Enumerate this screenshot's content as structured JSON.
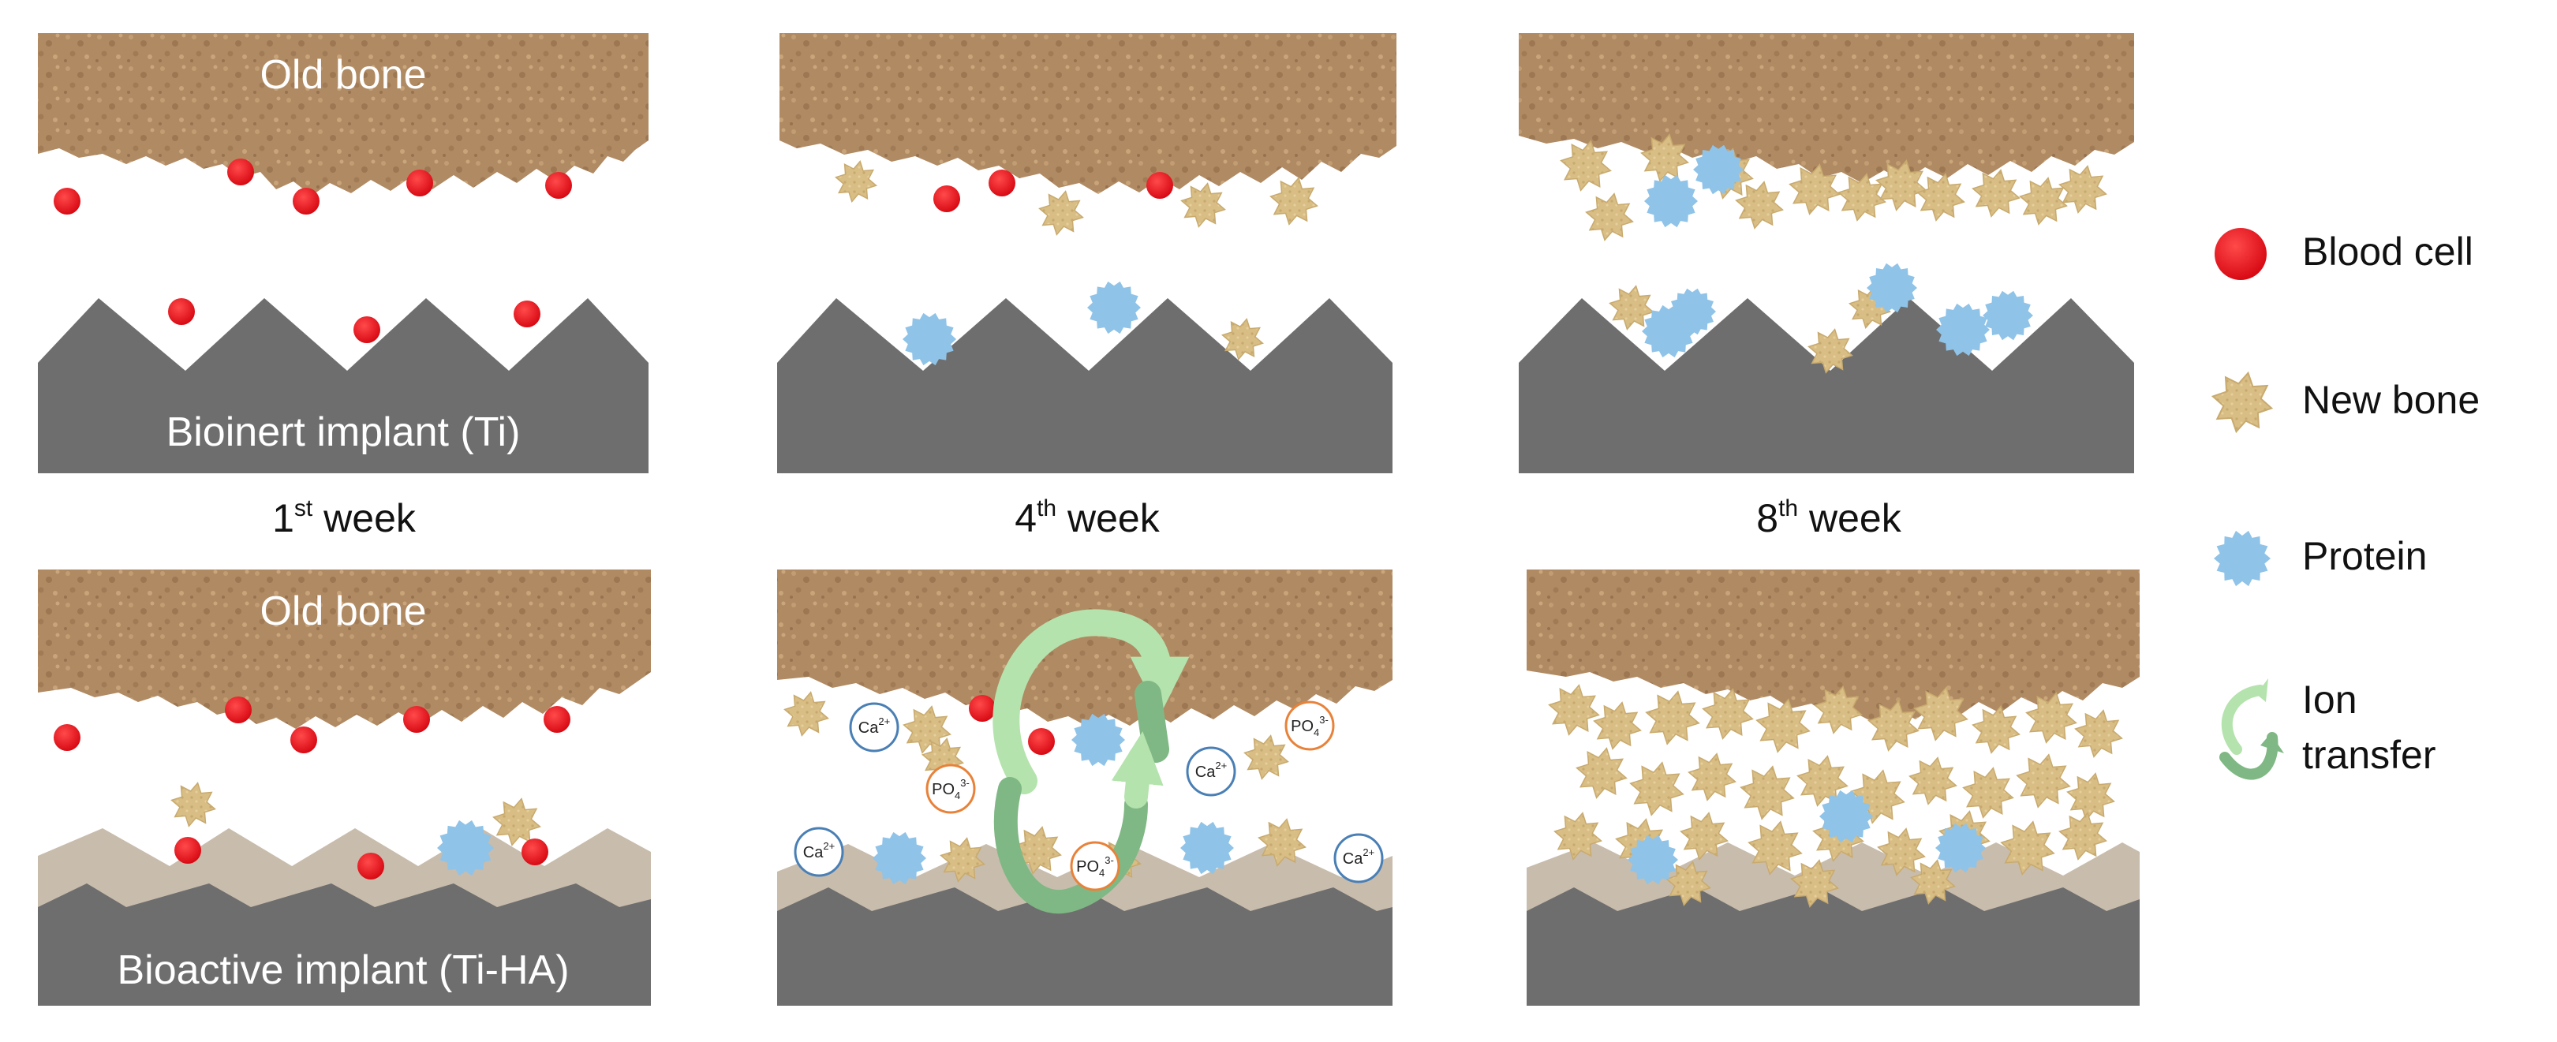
{
  "panels": {
    "old_bone_label": "Old bone",
    "bioinert_label": "Bioinert implant (Ti)",
    "bioactive_label": "Bioactive implant (Ti-HA)"
  },
  "weeks": [
    {
      "num": "1",
      "sup": "st",
      "word": "week"
    },
    {
      "num": "4",
      "sup": "th",
      "word": "week"
    },
    {
      "num": "8",
      "sup": "th",
      "word": "week"
    }
  ],
  "ions": {
    "calcium": {
      "base": "Ca",
      "sup": "2+"
    },
    "phosphate": {
      "base": "PO",
      "sub": "4",
      "sup": "3-"
    }
  },
  "legend": {
    "blood_cell": "Blood cell",
    "new_bone": "New bone",
    "protein": "Protein",
    "ion_transfer_line1": "Ion",
    "ion_transfer_line2": "transfer"
  },
  "colors": {
    "old_bone": "#b08a62",
    "implant_ti": "#6e6e6e",
    "ha_coating": "#c8bcac",
    "blood_cell": "#e8101a",
    "new_bone": "#d8bd84",
    "protein": "#8fc3e8",
    "ion_arrow": "#8fcf8a",
    "calcium_ring": "#4a7fb5",
    "phosphate_ring": "#e8823a"
  }
}
